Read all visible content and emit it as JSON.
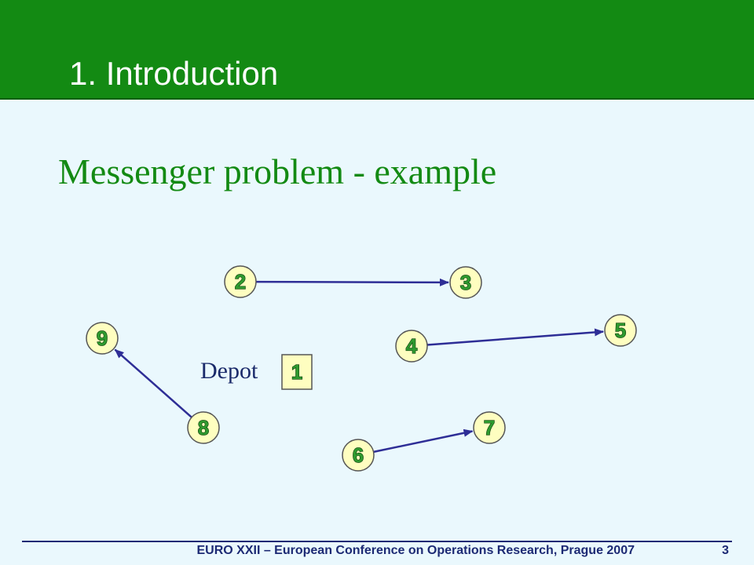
{
  "header": {
    "title": "1. Introduction"
  },
  "slide": {
    "subtitle": "Messenger problem - example"
  },
  "diagram": {
    "depot_label": "Depot",
    "nodes": [
      {
        "id": "1",
        "label": "1",
        "shape": "square"
      },
      {
        "id": "2",
        "label": "2",
        "shape": "circle"
      },
      {
        "id": "3",
        "label": "3",
        "shape": "circle"
      },
      {
        "id": "4",
        "label": "4",
        "shape": "circle"
      },
      {
        "id": "5",
        "label": "5",
        "shape": "circle"
      },
      {
        "id": "6",
        "label": "6",
        "shape": "circle"
      },
      {
        "id": "7",
        "label": "7",
        "shape": "circle"
      },
      {
        "id": "8",
        "label": "8",
        "shape": "circle"
      },
      {
        "id": "9",
        "label": "9",
        "shape": "circle"
      }
    ],
    "edges": [
      {
        "from": "2",
        "to": "3"
      },
      {
        "from": "4",
        "to": "5"
      },
      {
        "from": "6",
        "to": "7"
      },
      {
        "from": "8",
        "to": "9"
      }
    ],
    "colors": {
      "node_fill": "#fefec0",
      "node_stroke": "#555555",
      "label_fill": "#2f9a2f",
      "label_outline": "#0b3d0b",
      "edge": "#2e2e96"
    }
  },
  "footer": {
    "text": "EURO XXII – European Conference on Operations Research, Prague 2007",
    "page": "3"
  }
}
